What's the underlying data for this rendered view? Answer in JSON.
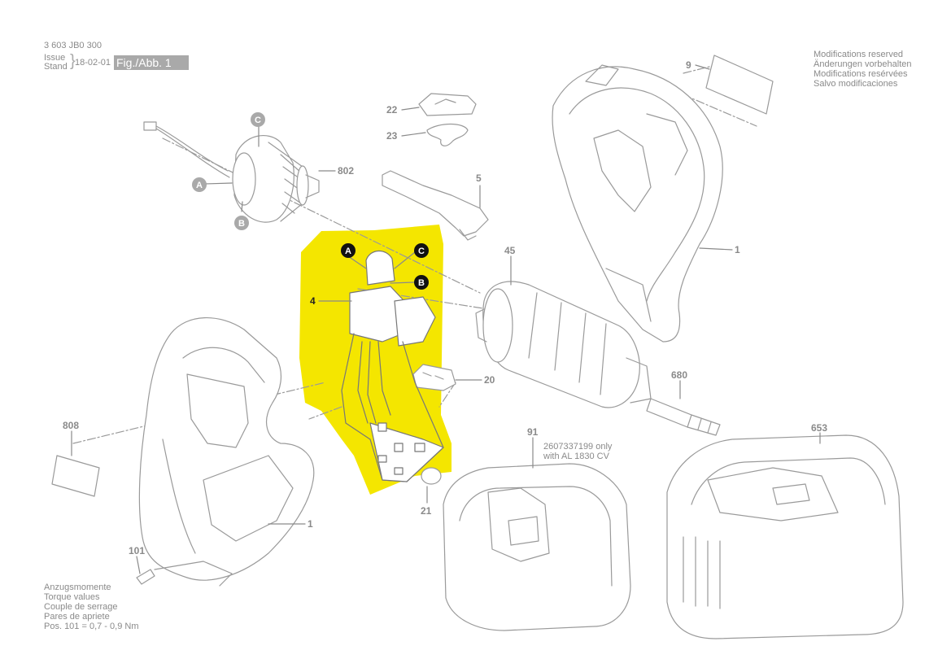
{
  "header": {
    "doc_number": "3 603 JB0 300",
    "issue_label_1": "Issue",
    "issue_label_2": "Stand",
    "issue_date": "18-02-01",
    "figure_label": "Fig./Abb. 1"
  },
  "modifications": [
    "Modifications reserved",
    "Änderungen vorbehalten",
    "Modifications resérvées",
    "Salvo modificaciones"
  ],
  "torque": [
    "Anzugsmomente",
    "Torque values",
    "Couple de serrage",
    "Pares de apriete",
    "Pos. 101  =  0,7  -  0,9 Nm"
  ],
  "charger_note": [
    "2607337199 only",
    "with AL 1830 CV"
  ],
  "parts": {
    "p9": "9",
    "p22": "22",
    "p23": "23",
    "p802": "802",
    "p5": "5",
    "p1_top": "1",
    "p45": "45",
    "p4": "4",
    "p20": "20",
    "p680": "680",
    "p808": "808",
    "p91": "91",
    "p653": "653",
    "p21": "21",
    "p1_bottom": "1",
    "p101": "101"
  },
  "connectors": {
    "motor_c": "C",
    "motor_a": "A",
    "motor_b": "B",
    "switch_a": "A",
    "switch_c": "C",
    "switch_b": "B"
  },
  "colors": {
    "highlight": "#f4e600",
    "line": "#8a8a8a",
    "callout_gray": "#a9a9a9",
    "callout_dark": "#111111"
  }
}
